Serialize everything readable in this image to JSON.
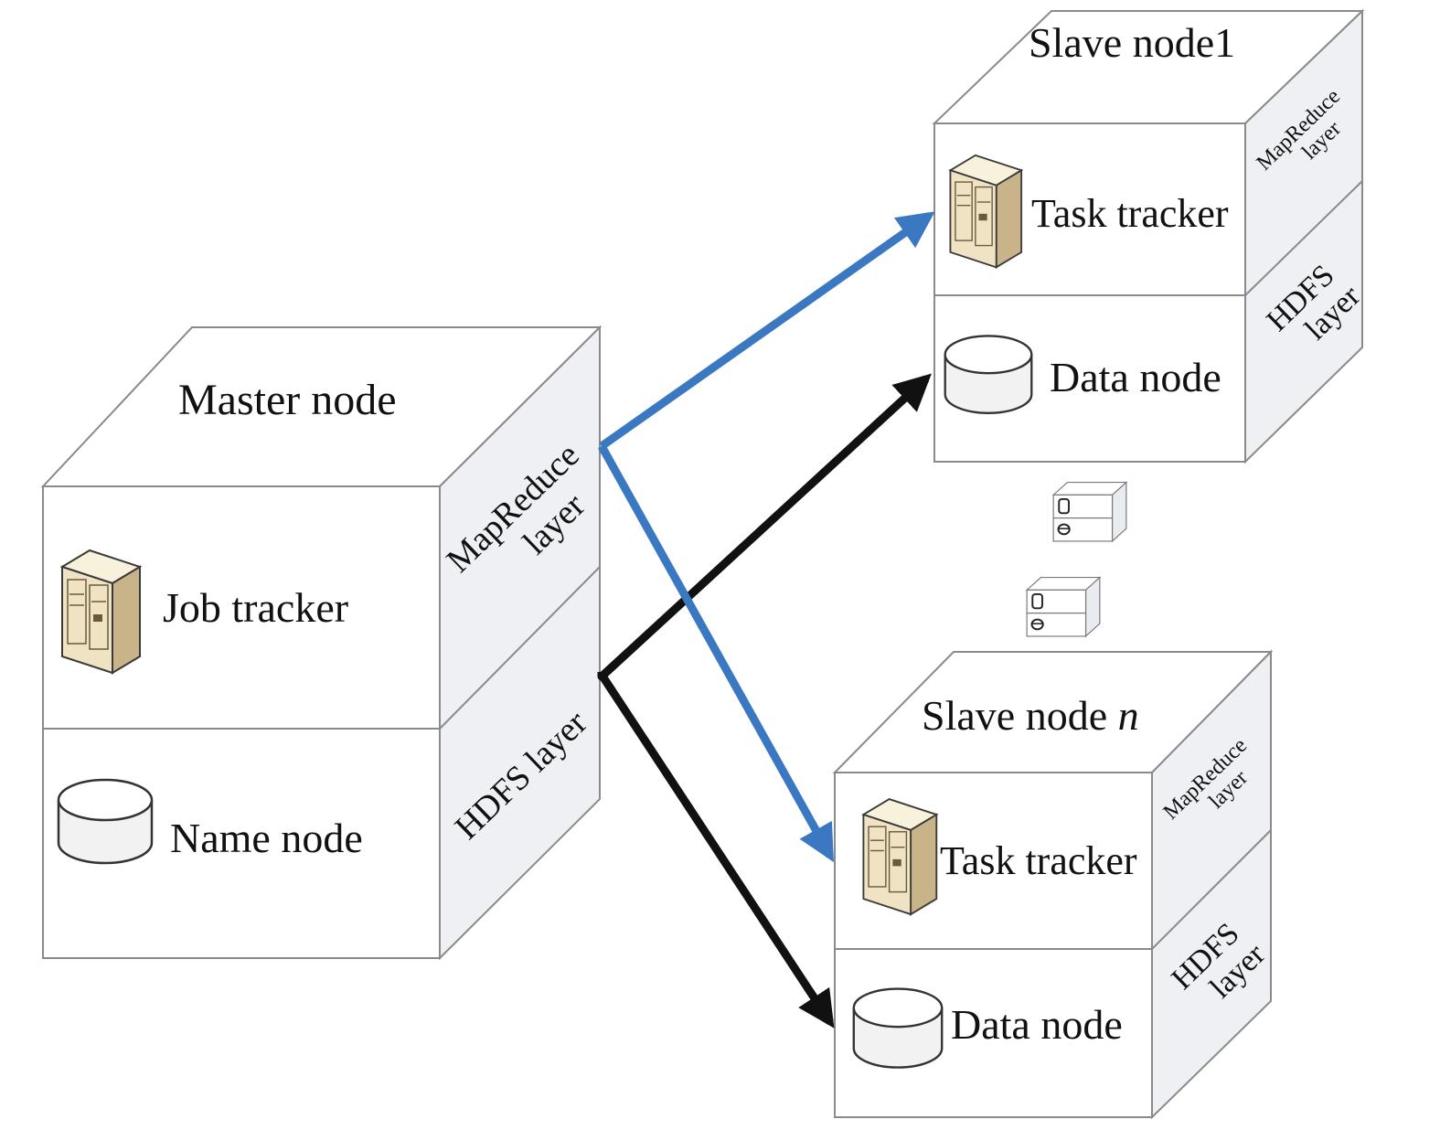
{
  "master": {
    "title": "Master node",
    "top_component": "Job tracker",
    "bottom_component": "Name node",
    "side_top_label_line1": "MapReduce",
    "side_top_label_line2": "layer",
    "side_bottom_label": "HDFS layer"
  },
  "slave1": {
    "title": "Slave node1",
    "top_component": "Task tracker",
    "bottom_component": "Data node",
    "side_top_label_line1": "MapReduce",
    "side_top_label_line2": "layer",
    "side_bottom_label_line1": "HDFS",
    "side_bottom_label_line2": "layer"
  },
  "slaven": {
    "title_prefix": "Slave node ",
    "title_italic": "n",
    "top_component": "Task tracker",
    "bottom_component": "Data node",
    "side_top_label_line1": "MapReduce",
    "side_top_label_line2": "layer",
    "side_bottom_label_line1": "HDFS",
    "side_bottom_label_line2": "layer"
  },
  "colors": {
    "mapreduce_arrow": "#3a78c2",
    "hdfs_arrow": "#111111"
  },
  "icons": {
    "tracker": "server-tower-icon",
    "storage": "database-disk-icon",
    "intermediate": "mini-server-icon"
  }
}
